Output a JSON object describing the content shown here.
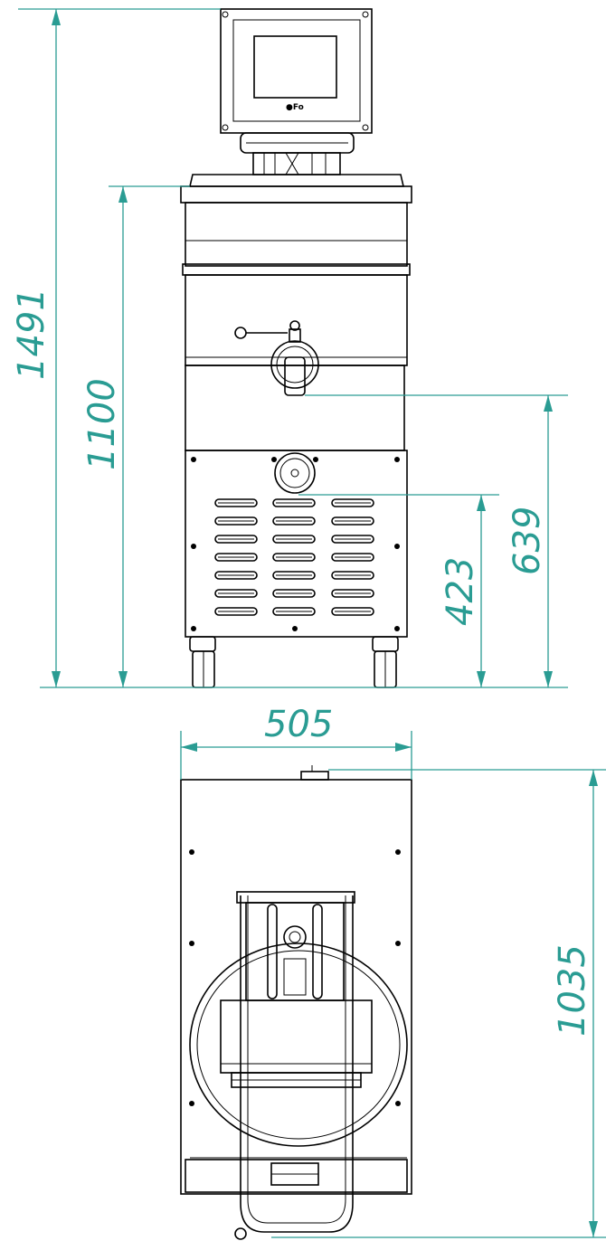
{
  "drawing": {
    "dim_color": "#2a9c93",
    "line_color": "#000000",
    "dimensions": {
      "total_height": "1491",
      "body_height": "1100",
      "tap_height": "639",
      "lower_outlet_height": "423",
      "width": "505",
      "depth": "1035"
    },
    "control_panel_logo": "●Fo",
    "views": [
      "front-view",
      "top-view"
    ]
  }
}
